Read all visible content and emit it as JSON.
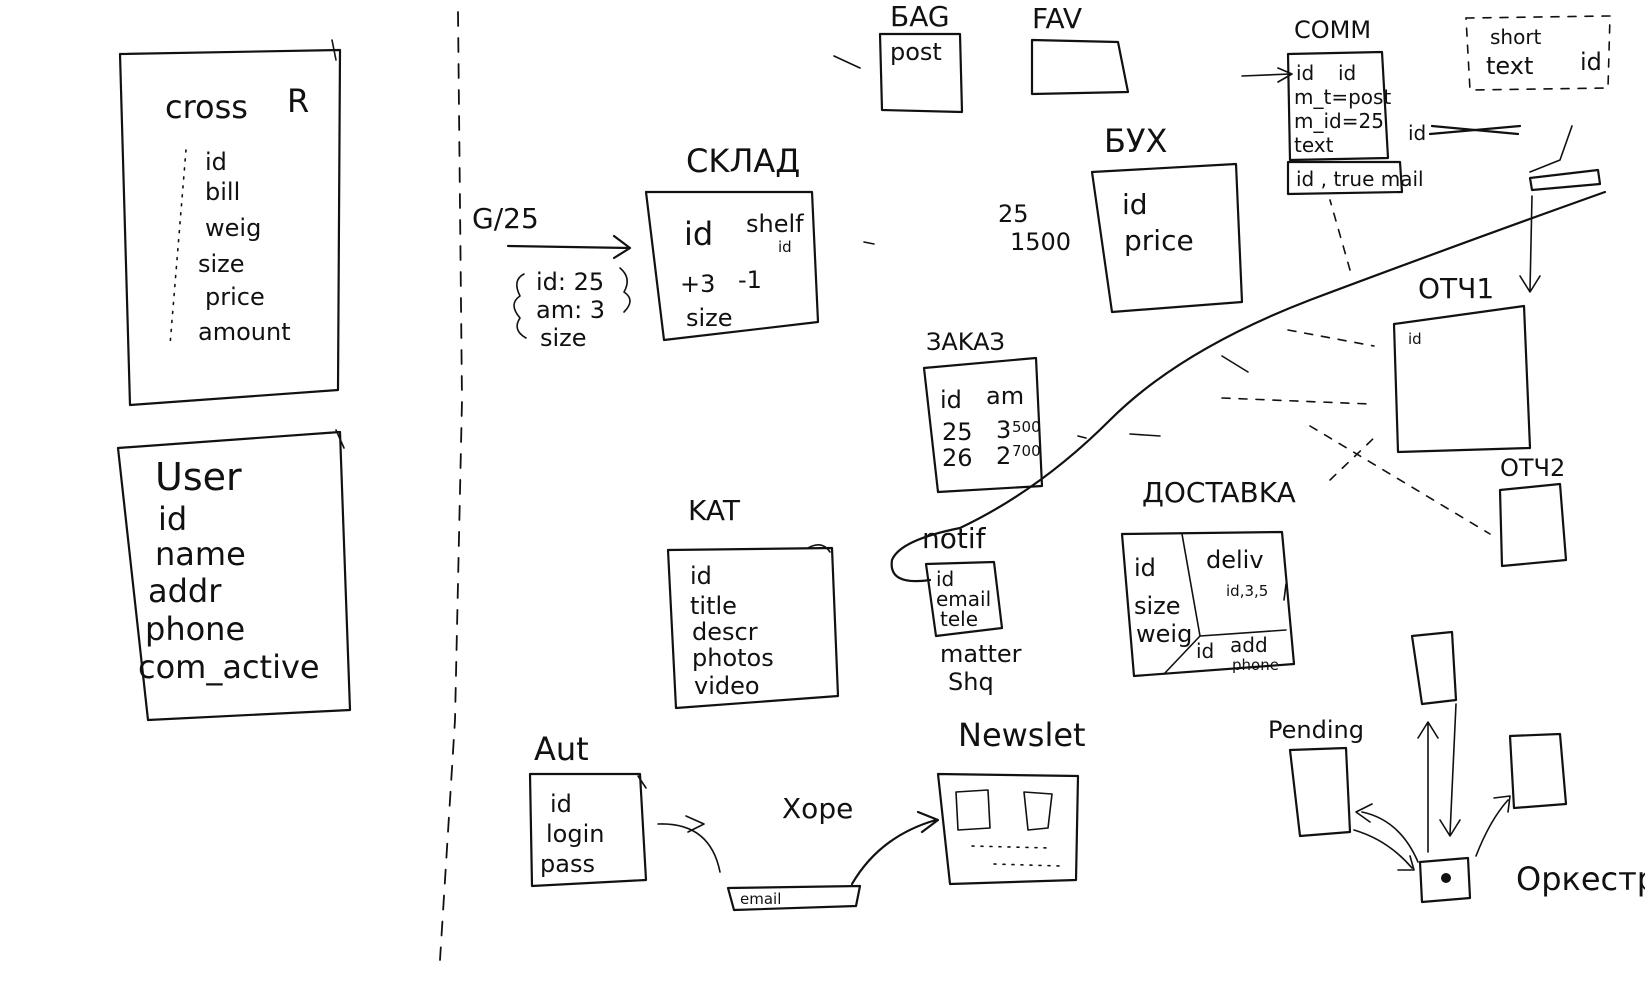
{
  "entities": {
    "cross": {
      "title": "cross",
      "badge": "R",
      "fields": [
        "id",
        "bill",
        "weig",
        "size",
        "price",
        "amount"
      ]
    },
    "user": {
      "title": "User",
      "fields": [
        "id",
        "name",
        "addr",
        "phone",
        "com_active"
      ]
    },
    "cklad": {
      "title": "CKЛAД",
      "fields": [
        "id",
        "shelf",
        "id",
        "+3",
        "-1",
        "size"
      ]
    },
    "cart_note": {
      "label": "G/25",
      "lines": [
        "id: 25",
        "am: 3",
        "size"
      ]
    },
    "bag": {
      "title": "БAG",
      "subtitle": "post"
    },
    "fav": {
      "title": "FAV"
    },
    "comm": {
      "title": "COMM",
      "fields": [
        "id",
        "id",
        "m_t=post",
        "m_id=25",
        "text"
      ],
      "footer": "id , true mail",
      "side_label": "id"
    },
    "short": {
      "title": "short",
      "fields": [
        "text",
        "id"
      ]
    },
    "buh": {
      "title": "БУХ",
      "side_values": [
        "25",
        "1500"
      ],
      "fields": [
        "id",
        "price"
      ]
    },
    "zakaz": {
      "title": "ЗAKAЗ",
      "head": [
        "id",
        "am"
      ],
      "rows": [
        [
          "25",
          "3",
          "500"
        ],
        [
          "26",
          "2",
          "700"
        ]
      ]
    },
    "otch1": {
      "title": "ОТЧ1",
      "fields": [
        "id"
      ]
    },
    "otch2": {
      "title": "ОТЧ2"
    },
    "kat": {
      "title": "KAT",
      "fields": [
        "id",
        "title",
        "descr",
        "photos",
        "video"
      ]
    },
    "notif": {
      "title": "notif",
      "fields": [
        "id",
        "email",
        "tele"
      ],
      "below": [
        "matter",
        "Shq"
      ]
    },
    "dostavka": {
      "title": "ДOCTABKA",
      "left": [
        "id",
        "size",
        "weig"
      ],
      "right_title": "deliv",
      "right_sub": "id,3,5",
      "bottom": [
        "id",
        "add",
        "phone"
      ]
    },
    "aut": {
      "title": "Aut",
      "fields": [
        "id",
        "login",
        "pass"
      ]
    },
    "newslet": {
      "title": "Newslet"
    },
    "hope_label": "Хоре",
    "email_label": "email",
    "pending": {
      "title": "Pending"
    },
    "orchestrator": {
      "title": "Оркестр"
    }
  }
}
